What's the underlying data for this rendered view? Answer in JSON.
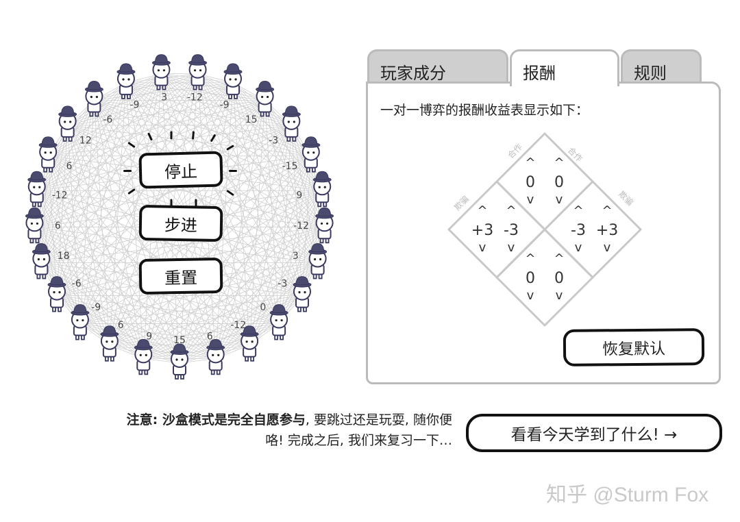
{
  "controls": {
    "stop": "停止",
    "step": "步进",
    "reset": "重置"
  },
  "tabs": [
    {
      "label": "玩家成分",
      "active": false
    },
    {
      "label": "报酬",
      "active": true
    },
    {
      "label": "规则",
      "active": false
    }
  ],
  "payoff": {
    "description": "一对一博弈的报酬收益表显示如下：",
    "labels": {
      "cooperate": "合作",
      "cheat": "欺骗"
    },
    "cells": {
      "cc": [
        "0",
        "0"
      ],
      "cd": [
        "-3",
        "+3"
      ],
      "dc": [
        "+3",
        "-3"
      ],
      "dd": [
        "0",
        "0"
      ]
    },
    "restore_label": "恢复默认"
  },
  "arena": {
    "player_count": 25,
    "hat_color": "#4a4a6e",
    "body_color": "#ffffff",
    "outline_color": "#3a3a60",
    "scores": [
      "-12",
      "-9",
      "15",
      "-3",
      "-15",
      "9",
      "-12",
      "3",
      "-3",
      "0",
      "-12",
      "6",
      "15",
      "9",
      "6",
      "-9",
      "-6",
      "18",
      "6",
      "-12",
      "6",
      "12",
      "-6",
      "-9",
      "3"
    ]
  },
  "note": {
    "bold": "注意: 沙盒模式是完全自愿参与",
    "rest_line1": ", 要跳过还是玩耍, 随你便",
    "line2": "咯! 完成之后, 我们来复习一下…"
  },
  "learned_label": "看看今天学到了什么! →",
  "watermark": "知乎 @Sturm Fox"
}
